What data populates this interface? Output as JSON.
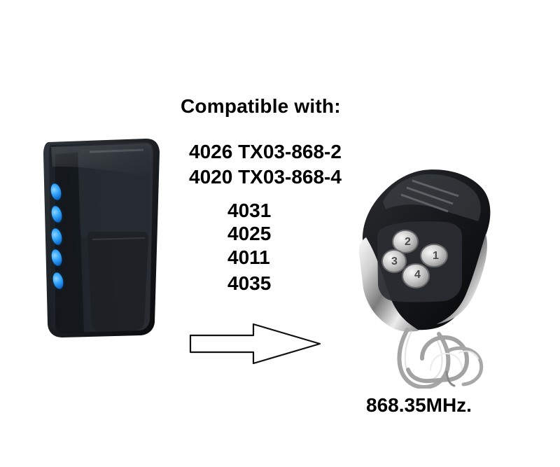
{
  "heading": "Compatible with:",
  "models": [
    "4026 TX03-868-2",
    "4020 TX03-868-4"
  ],
  "codes": [
    "4031",
    "4025",
    "4011",
    "4035"
  ],
  "frequency": "868.35MHz.",
  "colors": {
    "background": "#ffffff",
    "text": "#000000",
    "button_blue": "#37a8ff",
    "remote_dark": "#1d2024"
  },
  "icons": {
    "left_remote": "left-remote-icon",
    "right_remote": "right-remote-icon",
    "arrow": "arrow-icon"
  },
  "right_remote_button_labels": [
    "1",
    "2",
    "3",
    "4"
  ]
}
